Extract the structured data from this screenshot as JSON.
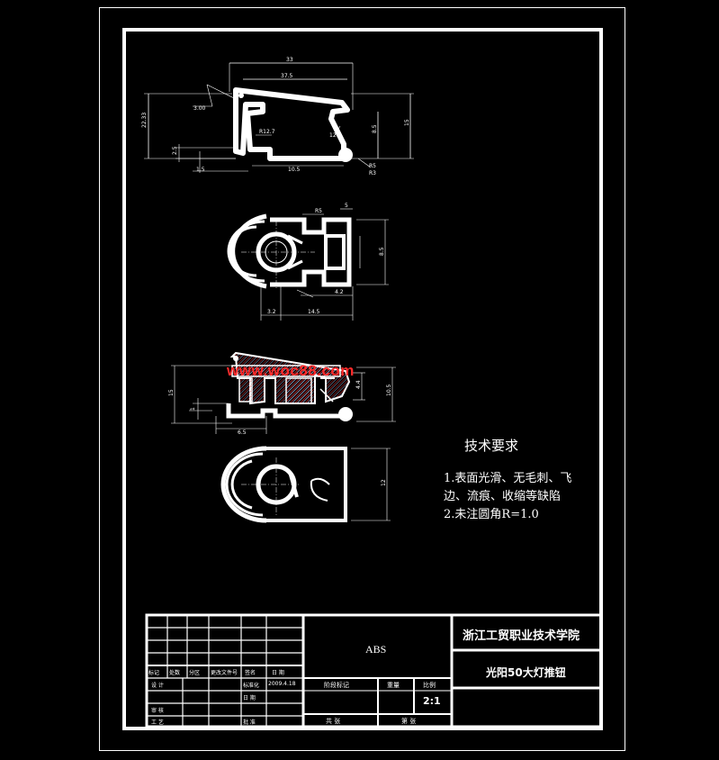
{
  "watermark": "www.woc88.com",
  "technical_requirements": {
    "title": "技术要求",
    "lines": [
      "1.表面光滑、无毛刺、飞",
      "边、流痕、收缩等缺陷",
      "2.未注圆角R=1.0"
    ]
  },
  "title_block": {
    "school": "浙江工贸职业技术学院",
    "material": "ABS",
    "part_name": "光阳50大灯推钮",
    "scale": "2:1",
    "scale_label": "比例",
    "weight_label": "重量",
    "stage_label": "阶段标记",
    "sheets_total_label": "共 张",
    "sheet_label": "第 张",
    "designer_label": "设 计",
    "date_value": "2009.4.18",
    "standardize_label": "标准化",
    "check_label": "审 核",
    "process_label": "工 艺",
    "approve_label": "批 准",
    "date_label": "日 期",
    "revision_headers": [
      "标记",
      "处数",
      "分区",
      "更改文件号",
      "签名",
      "日 期"
    ]
  },
  "dimensions": {
    "top_overall": "33",
    "top_inner": "37.5",
    "left_height": "22.33",
    "right_height": "15",
    "radius1": "3.00",
    "hole": "R12.7",
    "bottom_len": "10.5",
    "small1": "1.5",
    "small2": "2.5",
    "right_small": "8.5",
    "r_a": "R5",
    "r_b": "R3",
    "angle": "12°",
    "mid_top": "5",
    "mid_right": "8.5",
    "mid_r": "R5",
    "mid_4": "4.2",
    "mid_bottom1": "3.2",
    "mid_bottom2": "14.5",
    "sec_height": "10.5",
    "sec_inner": "4.4",
    "sec_small": "1",
    "sec_bottom": "6.5",
    "sec_left": "15",
    "bot_right": "12"
  }
}
